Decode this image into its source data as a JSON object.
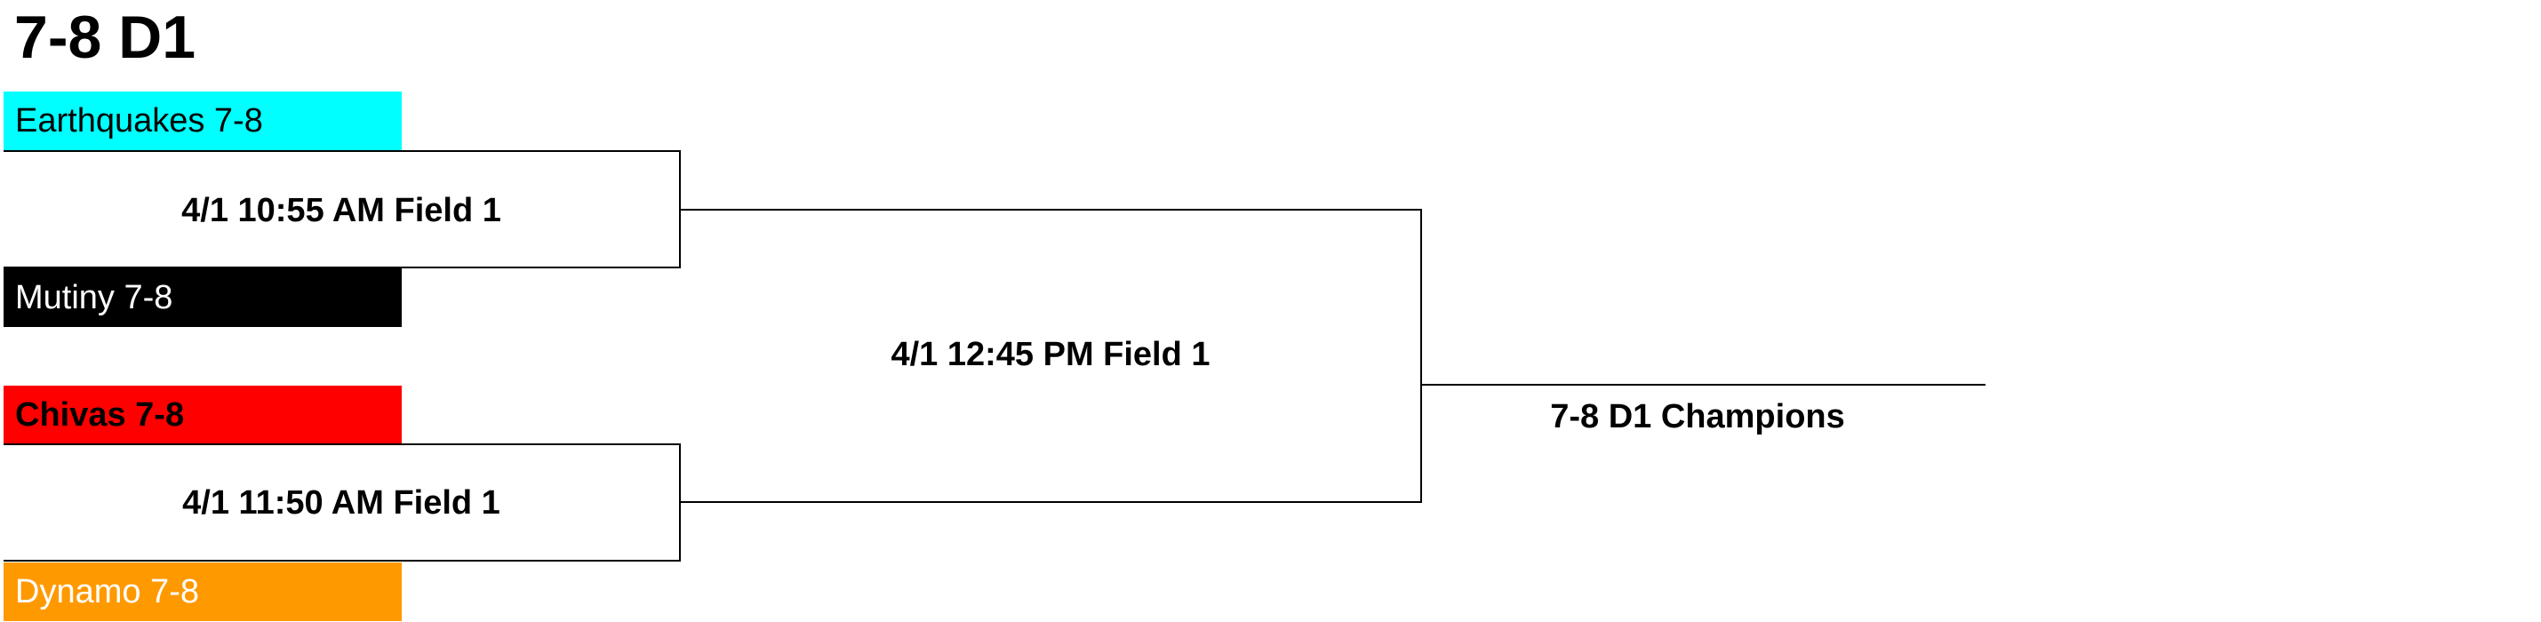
{
  "bracket": {
    "title": "7-8 D1",
    "teams": [
      {
        "name": "Earthquakes 7-8",
        "bg": "#00ffff",
        "fg": "#000000",
        "bold": false
      },
      {
        "name": "Mutiny 7-8",
        "bg": "#000000",
        "fg": "#ffffff",
        "bold": false
      },
      {
        "name": "Chivas 7-8",
        "bg": "#ff0000",
        "fg": "#000000",
        "bold": true
      },
      {
        "name": "Dynamo 7-8",
        "bg": "#ff9900",
        "fg": "#ffffff",
        "bold": false
      }
    ],
    "games": {
      "semi1": "4/1 10:55 AM Field 1",
      "semi2": "4/1 11:50 AM Field 1",
      "final": "4/1 12:45 PM Field 1"
    },
    "champion_label": "7-8 D1 Champions"
  }
}
